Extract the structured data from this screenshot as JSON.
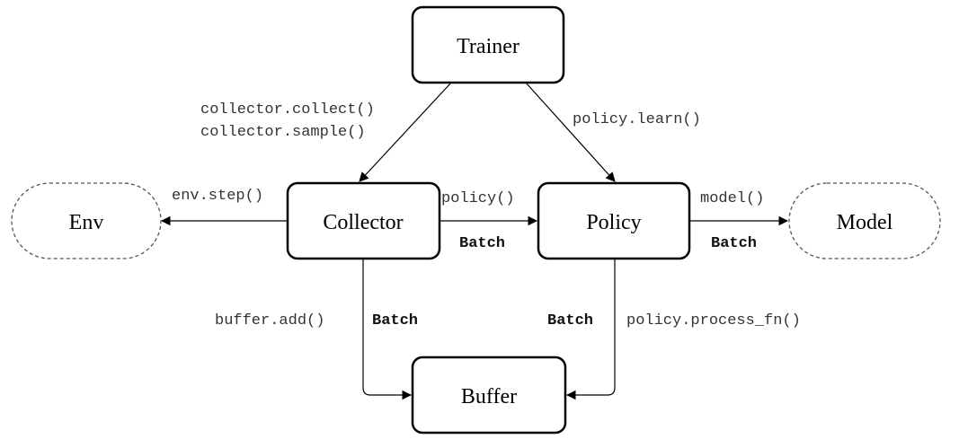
{
  "nodes": {
    "trainer": "Trainer",
    "collector": "Collector",
    "policy": "Policy",
    "buffer": "Buffer",
    "env": "Env",
    "model": "Model"
  },
  "edges": {
    "trainer_collector": [
      "collector.collect()",
      "collector.sample()"
    ],
    "trainer_policy": "policy.learn()",
    "collector_env": "env.step()",
    "collector_policy_call": "policy()",
    "collector_policy_batch": "Batch",
    "policy_model_call": "model()",
    "policy_model_batch": "Batch",
    "collector_buffer_call": "buffer.add()",
    "collector_buffer_batch": "Batch",
    "policy_buffer_batch": "Batch",
    "policy_buffer_call": "policy.process_fn()"
  },
  "colors": {
    "stroke": "#000000",
    "dashed_outline": "#555555",
    "code_text": "#333333"
  }
}
